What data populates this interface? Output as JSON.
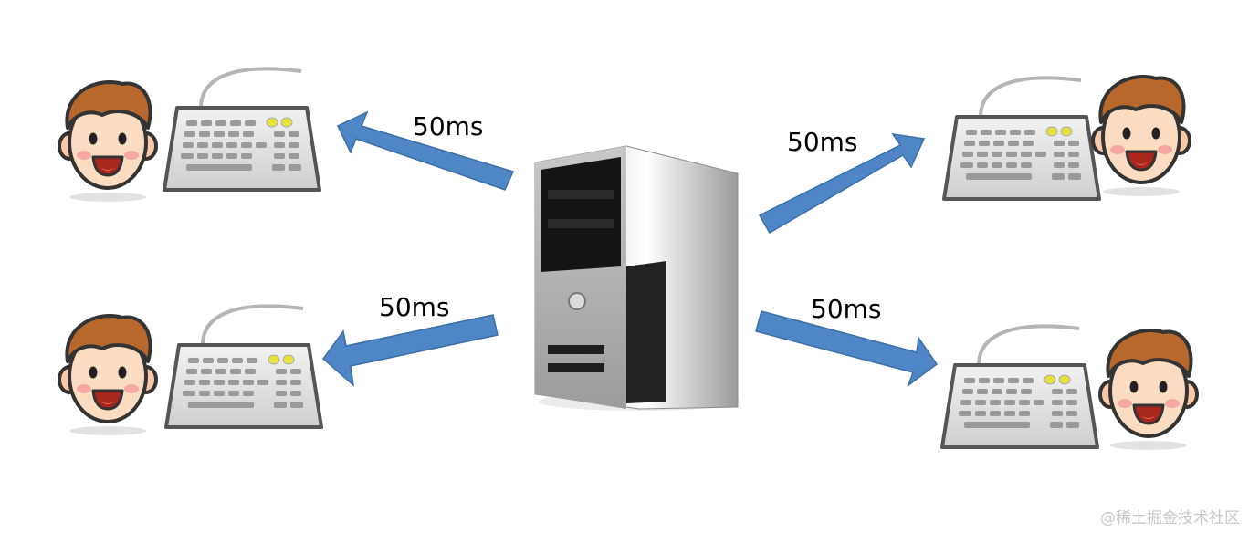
{
  "diagram": {
    "server": {
      "icon": "server-tower-icon"
    },
    "connections": [
      {
        "id": "top-left",
        "latency_label": "50ms"
      },
      {
        "id": "top-right",
        "latency_label": "50ms"
      },
      {
        "id": "bottom-left",
        "latency_label": "50ms"
      },
      {
        "id": "bottom-right",
        "latency_label": "50ms"
      }
    ],
    "clients": [
      {
        "id": "top-left",
        "icons": [
          "user-face-icon",
          "keyboard-icon"
        ]
      },
      {
        "id": "top-right",
        "icons": [
          "keyboard-icon",
          "user-face-icon"
        ]
      },
      {
        "id": "bottom-left",
        "icons": [
          "user-face-icon",
          "keyboard-icon"
        ]
      },
      {
        "id": "bottom-right",
        "icons": [
          "keyboard-icon",
          "user-face-icon"
        ]
      }
    ],
    "arrow_color": "#4f86c6",
    "watermark": "@稀土掘金技术社区"
  }
}
